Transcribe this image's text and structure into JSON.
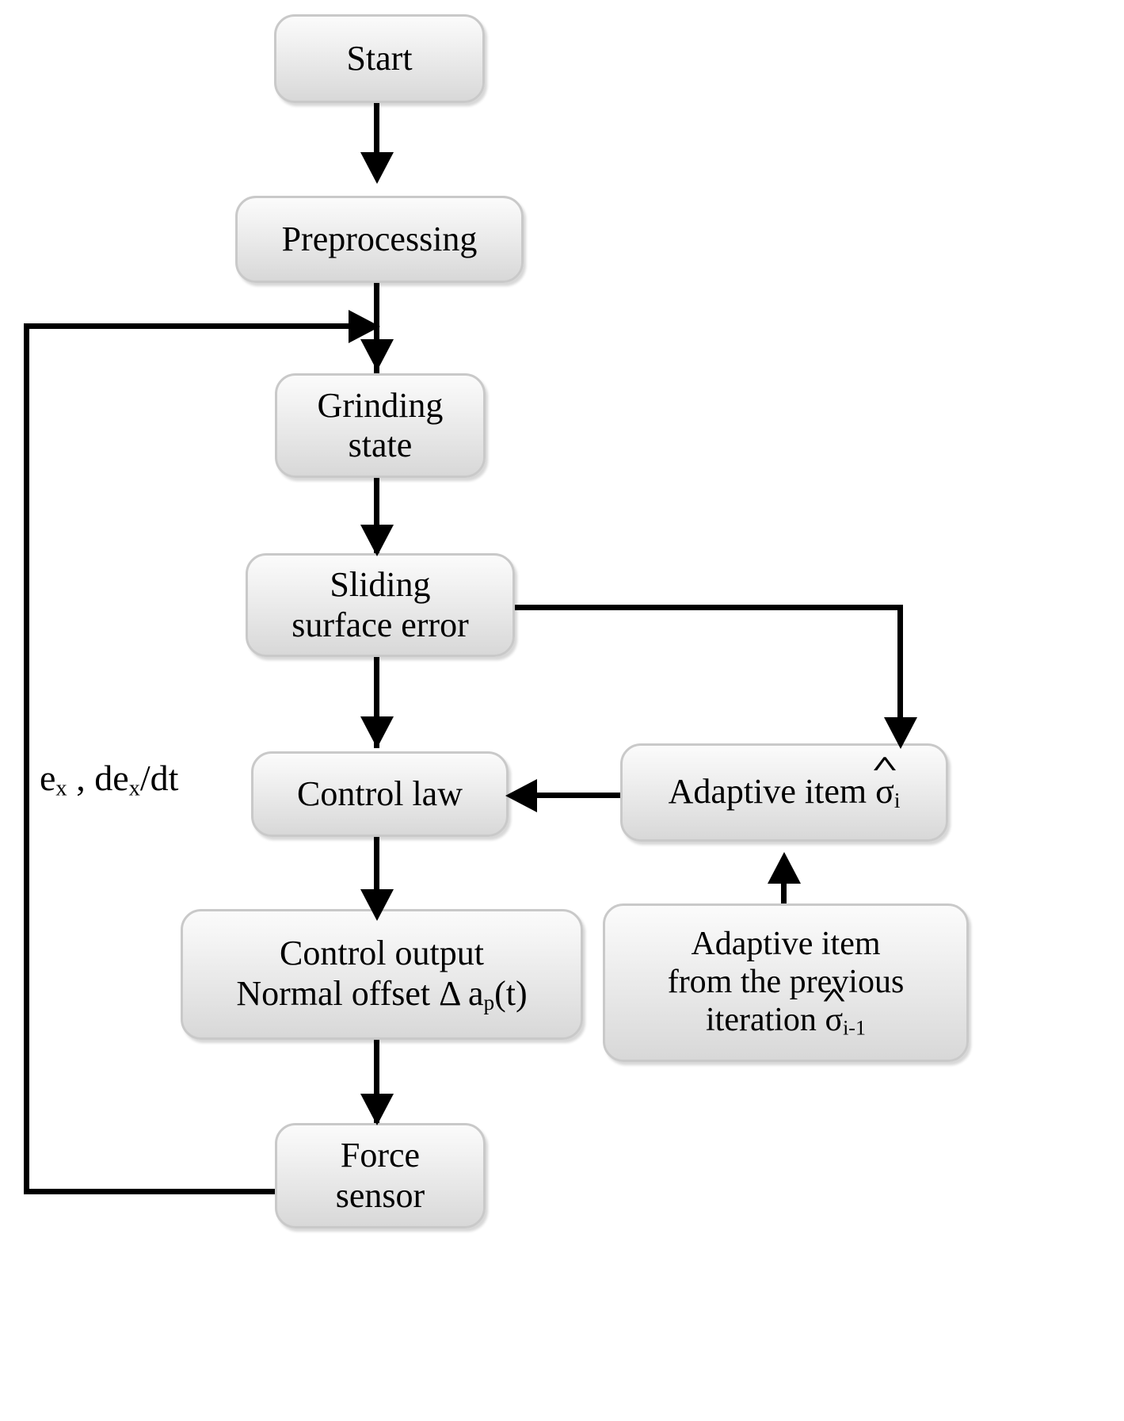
{
  "diagram": {
    "title": "Adaptive sliding mode grinding force control flowchart",
    "background": "#ffffff",
    "node_fill_top": "#fbfbfb",
    "node_fill_bottom": "#d8d8d8",
    "node_border": "#c9c9c9",
    "edge_color": "#000000"
  },
  "nodes": {
    "start": {
      "label": "Start"
    },
    "preprocessing": {
      "label": "Preprocessing"
    },
    "grinding_state": {
      "label": "Grinding\nstate"
    },
    "sliding_surface_error": {
      "label": "Sliding\nsurface error"
    },
    "control_law": {
      "label": "Control law"
    },
    "control_output": {
      "label": "Control output\nNormal offset  Δ a",
      "label_sub": "p",
      "label_tail": "(t)"
    },
    "adaptive_item": {
      "label_main": "Adaptive item ",
      "symbol": "σ",
      "symbol_sub": "i"
    },
    "adaptive_item_prev": {
      "label_main": "Adaptive item\nfrom the previous\niteration ",
      "symbol": "σ",
      "symbol_sub": "i-1"
    },
    "force_sensor": {
      "label": "Force\nsensor"
    }
  },
  "edges": {
    "feedback_label": {
      "e": "e",
      "sub1": "x",
      "mid": " ,  de",
      "sub2": "x",
      "tail": "/dt"
    }
  }
}
